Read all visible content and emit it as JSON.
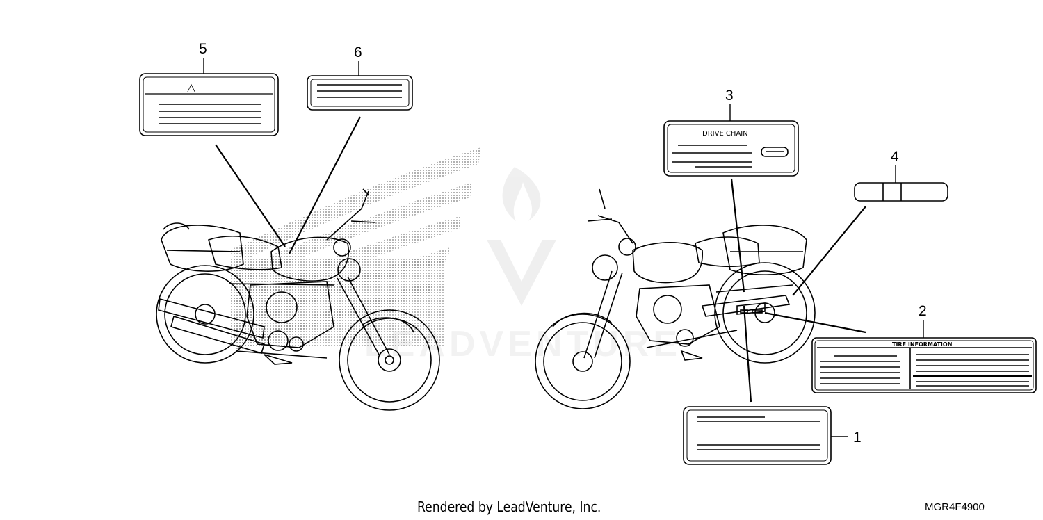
{
  "callouts": [
    "1",
    "2",
    "3",
    "4",
    "5",
    "6"
  ],
  "labels": {
    "drive_chain": "DRIVE CHAIN",
    "tire_information": "TIRE INFORMATION",
    "warning_symbol": "△"
  },
  "footer": {
    "credit": "Rendered by LeadVenture, Inc.",
    "part_code": "MGR4F4900"
  },
  "watermark": {
    "text": "LEADVENTURE"
  },
  "colors": {
    "line": "#000000",
    "dot_fill": "#888888",
    "watermark": "#e6e6e6"
  }
}
